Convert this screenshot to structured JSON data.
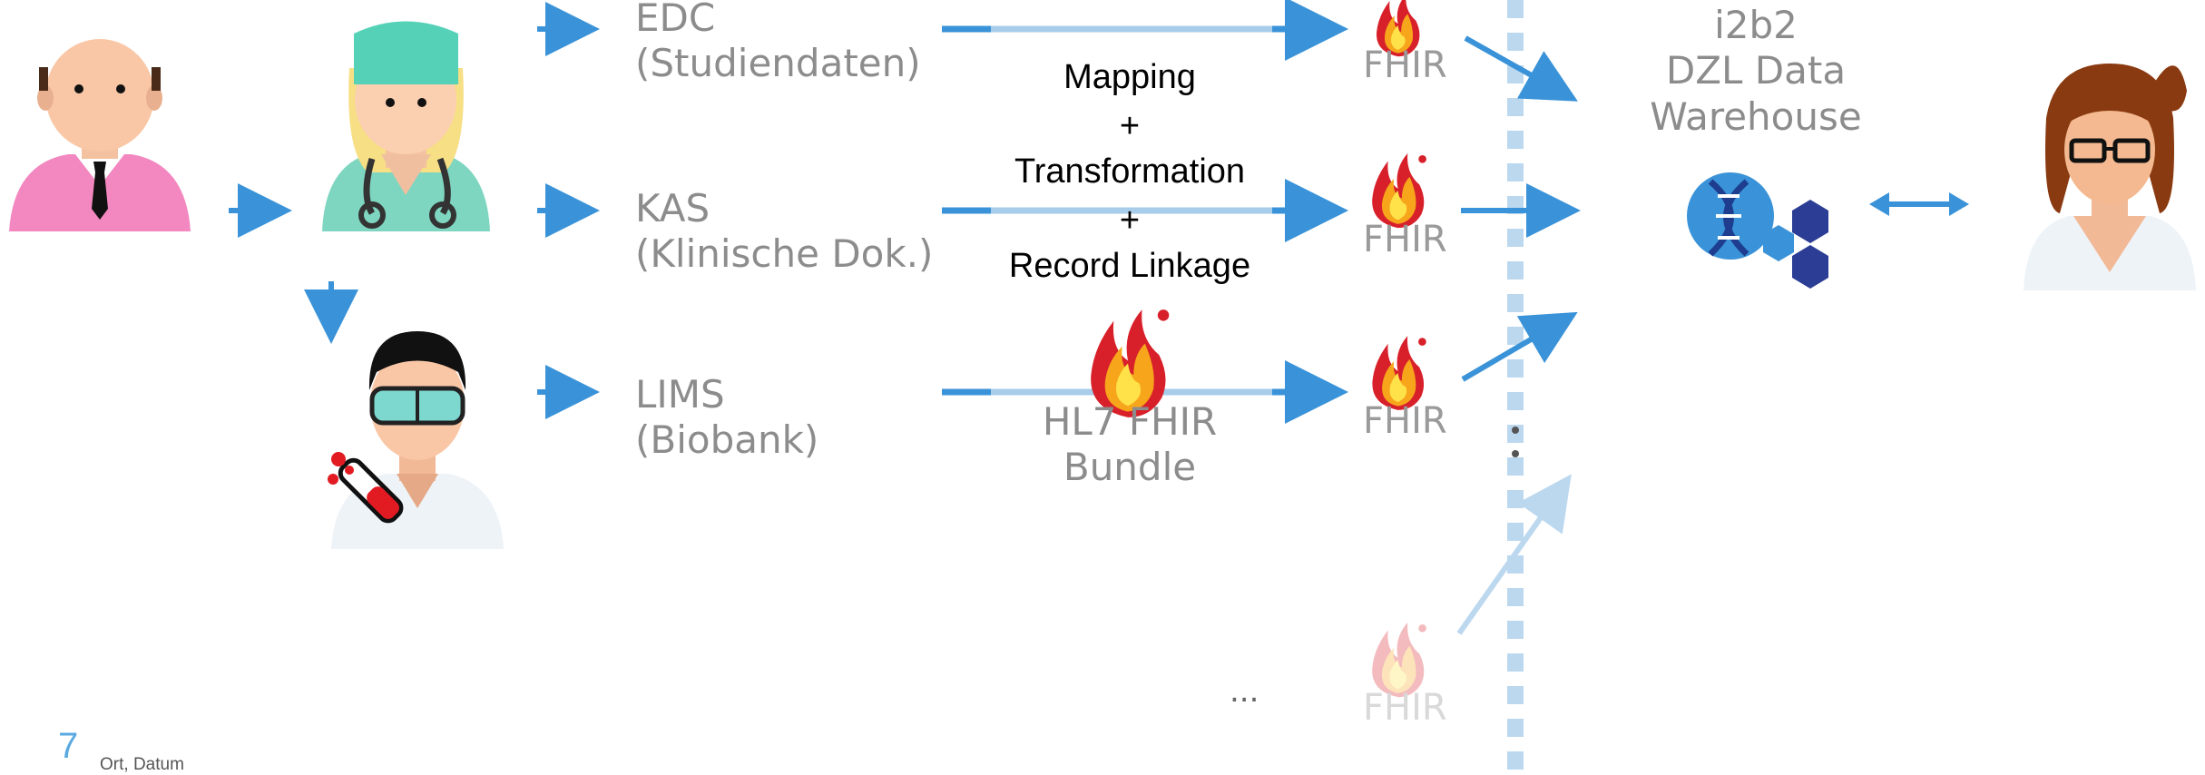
{
  "systems": [
    {
      "name": "EDC",
      "sub": "(Studiendaten)"
    },
    {
      "name": "KAS",
      "sub": "(Klinische Dok.)"
    },
    {
      "name": "LIMS",
      "sub": "(Biobank)"
    }
  ],
  "fhir_label": "FHIR",
  "process": {
    "line1": "Mapping",
    "plus1": "+",
    "line2": "Transformation",
    "plus2": "+",
    "line3": "Record Linkage"
  },
  "bundle": {
    "line1": "HL7 FHIR",
    "line2": "Bundle"
  },
  "warehouse": {
    "line1": "i2b2",
    "line2": "DZL Data",
    "line3": "Warehouse"
  },
  "ellipsis": "...",
  "footer": {
    "page": "7",
    "text": "Ort, Datum"
  },
  "colors": {
    "arrow": "#3a93d8",
    "arrow_light": "#a8cdea",
    "divider": "#bcd8ef"
  },
  "icons": [
    "patient-icon",
    "nurse-icon",
    "lab-technician-icon",
    "researcher-icon",
    "fhir-flame-icon",
    "dna-hexagon-icon"
  ]
}
